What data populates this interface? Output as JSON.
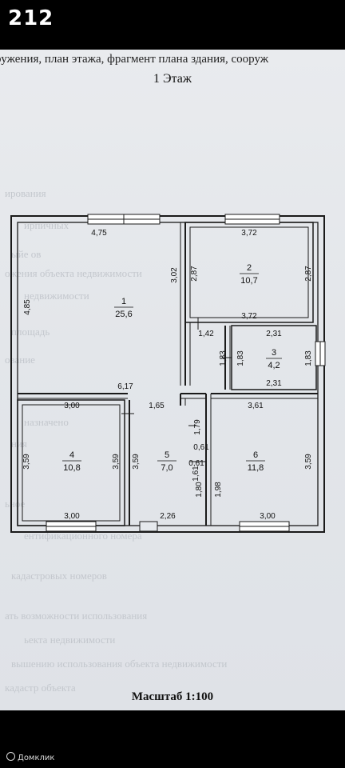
{
  "status_bar": {
    "time": "212"
  },
  "document": {
    "header_text": "ружения, план этажа, фрагмент плана здания, сооруж",
    "floor_title": "1 Этаж",
    "scale_label": "Масштаб 1:100",
    "bleed_through_lines": [
      "ирования",
      "ирпичных",
      "ыйе ов",
      "ожения объекта недвижимости",
      "недвижимости",
      "площадь",
      "ование",
      "назначено",
      "ния",
      "ьное",
      "ентификационного номера",
      "кадастровых номеров",
      "ать возможности использования",
      "ьекта недвижимости",
      "вышению использования объекта недвижимости",
      "кадастр объекта"
    ]
  },
  "floor_plan": {
    "rooms": [
      {
        "number": "1",
        "area": "25,6"
      },
      {
        "number": "2",
        "area": "10,7"
      },
      {
        "number": "3",
        "area": "4,2"
      },
      {
        "number": "4",
        "area": "10,8"
      },
      {
        "number": "5",
        "area": "7,0"
      },
      {
        "number": "6",
        "area": "11,8"
      }
    ],
    "dimensions": {
      "r1_top": "4,75",
      "r1_left": "4,85",
      "r1_right": "3,02",
      "r1_bottom": "6,17",
      "r2_top": "3,72",
      "r2_left": "2,87",
      "r2_right": "2,87",
      "r2_bottom": "3,72",
      "corridor_width": "1,42",
      "r3_top": "2,31",
      "r3_left_a": "1,83",
      "r3_left_b": "1,83",
      "r3_right": "1,83",
      "r3_bottom": "2,31",
      "r4_top": "3,00",
      "r4_left": "3,59",
      "r4_right": "3,59",
      "r4_bottom": "3,00",
      "r5_top": "1,65",
      "r5_left": "3,59",
      "r5_a": "1,79",
      "r5_b": "1,61",
      "r5_c": "0,61",
      "r5_d": "0,61",
      "r5_right": "1,80",
      "r5_bottom": "2,26",
      "r6_top": "3,61",
      "r6_left": "1,98",
      "r6_right": "3,59",
      "r6_bottom": "3,00"
    }
  },
  "app": {
    "watermark": "Домклик"
  },
  "colors": {
    "paper": "#e6e9ed",
    "line": "#1a1a1a",
    "bar": "#000000"
  }
}
